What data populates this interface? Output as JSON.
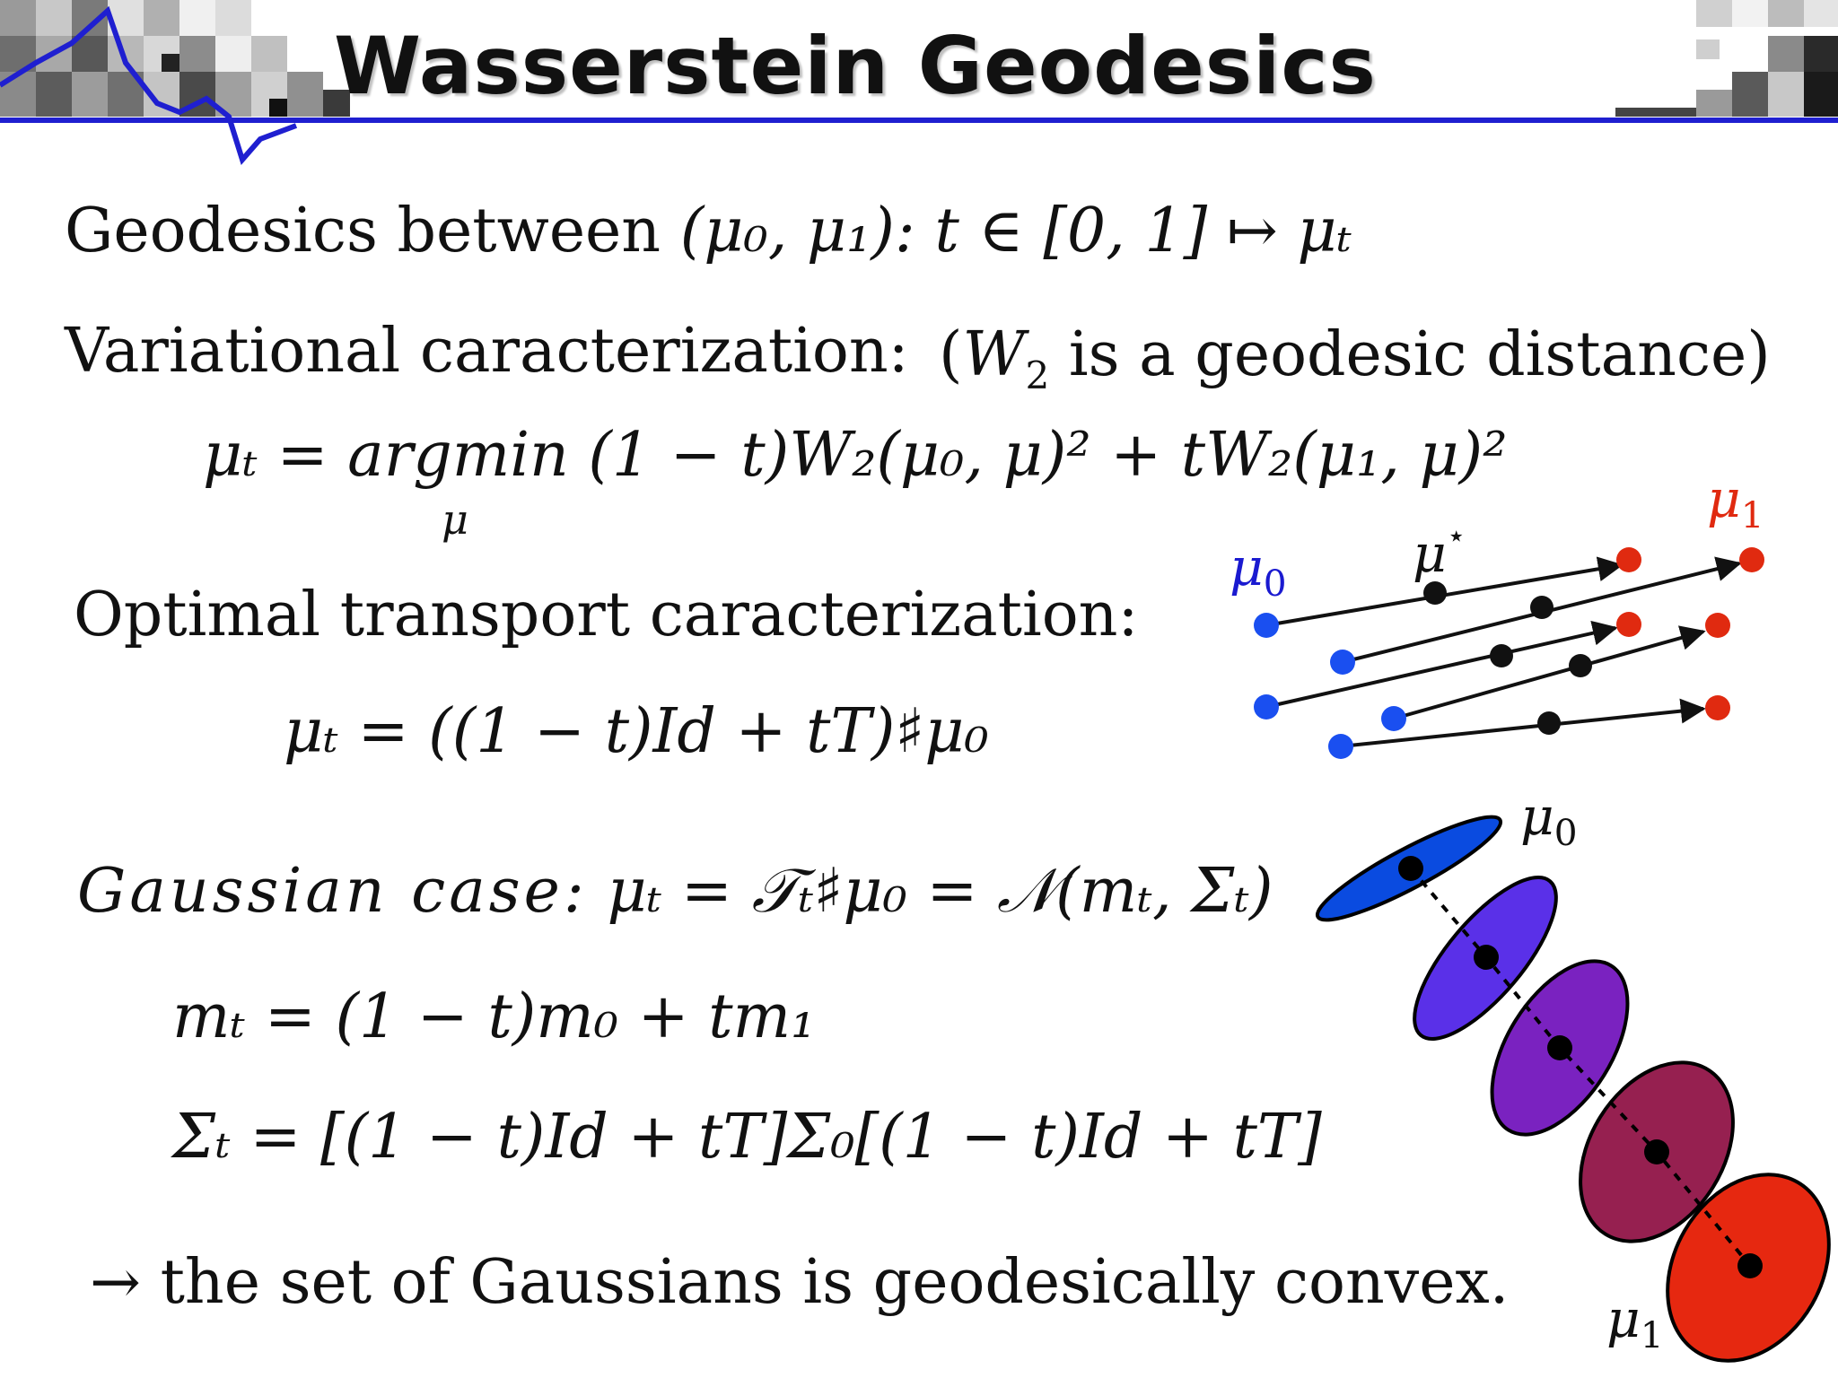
{
  "slide": {
    "title": "Wasserstein Geodesics",
    "colors": {
      "rule": "#1f1fd0",
      "blue_point": "#1a4ff0",
      "red_point": "#e02a10",
      "blue_label": "#1a1ad0",
      "red_label": "#e02a10"
    }
  },
  "lines": {
    "geodesics_text": "Geodesics between ",
    "geodesics_math": "(μ₀, μ₁):  t ∈ [0, 1] ↦ μₜ",
    "variational": "Variational caracterization:",
    "w2_note_open": "(",
    "w2_note_w": "W",
    "w2_note_sub": "2",
    "w2_note_rest": " is a geodesic distance)",
    "argmin_lhs": "μₜ = argmin (1 − t)W₂(μ₀, μ)² + tW₂(μ₁, μ)²",
    "argmin_under": "μ",
    "ot_text": "Optimal transport caracterization:",
    "ot_formula": "μₜ = ((1 − t)Id + tT)♯μ₀",
    "gaussian_label": "Gaussian case:",
    "gaussian_formula": "μₜ = 𝒯ₜ♯μ₀ = 𝒩(mₜ, Σₜ)",
    "mean_formula": "mₜ = (1 − t)m₀ + tm₁",
    "cov_formula": "Σₜ = [(1 − t)Id + tT]Σ₀[(1 − t)Id + tT]",
    "conclusion": "→ the set of Gaussians is geodesically convex."
  },
  "figure_transport": {
    "label_mu0": "μ",
    "label_mu0_sub": "0",
    "label_mu1": "μ",
    "label_mu1_sub": "1",
    "label_mustar": "μ",
    "label_mustar_sup": "⋆"
  },
  "figure_gaussians": {
    "label_mu0": "μ",
    "label_mu0_sub": "0",
    "label_mu1": "μ",
    "label_mu1_sub": "1",
    "ellipse_colors": [
      "#0a4be0",
      "#5a30e8",
      "#7a22c0",
      "#962050",
      "#e62810"
    ]
  }
}
